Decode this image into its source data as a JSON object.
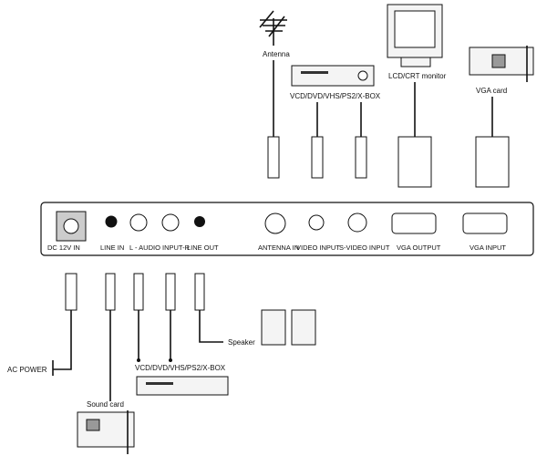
{
  "devices": {
    "antenna": "Antenna",
    "player_top": "VCD/DVD/VHS/PS2/X-BOX",
    "monitor": "LCD/CRT monitor",
    "vga_card": "VGA card",
    "speaker": "Speaker",
    "ac_power": "AC POWER",
    "player_bottom": "VCD/DVD/VHS/PS2/X-BOX",
    "sound_card": "Sound card"
  },
  "panel": {
    "ports": [
      "DC 12V IN",
      "LINE IN",
      "L - AUDIO INPUT-R",
      "LINE OUT",
      "ANTENNA IN",
      "VIDEO INPUT",
      "S-VIDEO INPUT",
      "VGA OUTPUT",
      "VGA INPUT"
    ]
  }
}
